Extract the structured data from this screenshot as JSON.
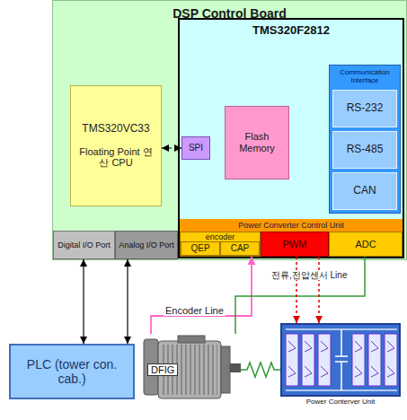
{
  "diagram": {
    "nodes": [
      {
        "text": [
          "DSP Control Board"
        ]
      },
      {
        "text": [
          "TMS320VC33",
          "Floating Point 연산 CPU"
        ],
        "in": 0
      },
      {
        "text": [
          "TMS320F2812"
        ],
        "in": 0
      },
      {
        "text": [
          "SPI"
        ],
        "in": 2
      },
      {
        "text": [
          "Flash Memory"
        ],
        "in": 2
      },
      {
        "text": [
          "Communication Interface"
        ],
        "in": 2
      },
      {
        "text": [
          "RS-232"
        ],
        "in": 5
      },
      {
        "text": [
          "RS-485"
        ],
        "in": 5
      },
      {
        "text": [
          "CAN"
        ],
        "in": 5
      },
      {
        "text": [
          "Power Converter Control Unit"
        ],
        "in": 2
      },
      {
        "text": [
          "encoder"
        ],
        "in": 2
      },
      {
        "text": [
          "QEP"
        ],
        "in": 10
      },
      {
        "text": [
          "CAP"
        ],
        "in": 10
      },
      {
        "text": [
          "PWM"
        ],
        "in": 2
      },
      {
        "text": [
          "ADC"
        ],
        "in": 2
      },
      {
        "text": [
          "Digital I/O Port"
        ],
        "in": 0
      },
      {
        "text": [
          "Analog I/O Port"
        ],
        "in": 0
      },
      {
        "text": [
          "PLC (tower con. cab.)"
        ]
      },
      {
        "text": [
          "DFIG"
        ]
      },
      {
        "text": [
          "Power Conterver Unit"
        ]
      }
    ],
    "edges": [
      {
        "from": 15,
        "to": 17,
        "arrow": "both"
      },
      {
        "from": 16,
        "to": 17,
        "arrow": "both"
      },
      {
        "from": 1,
        "to": 3,
        "arrow": "both"
      },
      {
        "from": 18,
        "to": 10,
        "label": "Encoder Line",
        "arrow": "to"
      },
      {
        "from": 14,
        "to": 18,
        "label": "전류,전압센서 Line",
        "arrow": "none"
      },
      {
        "from": 13,
        "to": 19,
        "arrow": "to"
      },
      {
        "from": 13,
        "to": 19,
        "arrow": "to"
      },
      {
        "from": 18,
        "to": 19,
        "arrow": "none"
      }
    ]
  }
}
